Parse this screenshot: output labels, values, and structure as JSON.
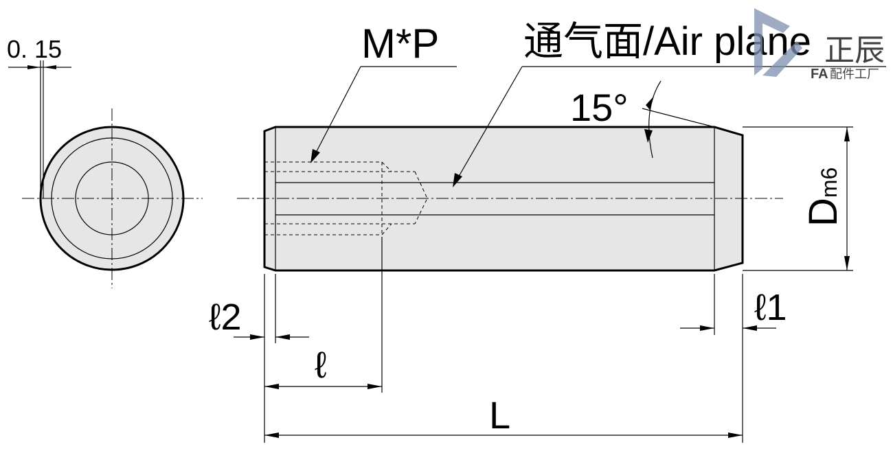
{
  "labels": {
    "runout": "0. 15",
    "thread": "M*P",
    "air_plane": "通气面/Air plane",
    "angle": "15°",
    "diameter_main": "D",
    "diameter_sub": "m6",
    "l1": "ℓ1",
    "l2": "ℓ2",
    "l": "ℓ",
    "L": "L"
  },
  "watermark": {
    "brand_cn": "正辰",
    "brand_fa": "FA",
    "brand_sub": "配件工厂",
    "color_red": "#e05050",
    "color_blue": "#8090b0"
  },
  "colors": {
    "fill": "#e6e6e6",
    "line": "#000000"
  }
}
